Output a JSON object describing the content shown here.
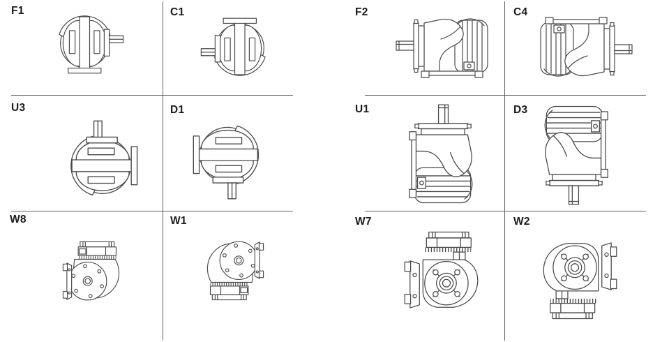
{
  "figure": {
    "type": "mounting-position-diagram-grid",
    "rows": 3,
    "columns": 4
  },
  "colors": {
    "background": "#ffffff",
    "divider": "#606063",
    "line_art": "#4a4a4b",
    "label_text": "#1b1b1d"
  },
  "cells": [
    {
      "label": "F1",
      "drawing": "gearmotor-end-view-shaft-right-foot-mounted"
    },
    {
      "label": "C1",
      "drawing": "gearmotor-end-view-shaft-left-ceiling-mounted"
    },
    {
      "label": "F2",
      "drawing": "gearmotor-side-view-shaft-left-foot-mounted"
    },
    {
      "label": "C4",
      "drawing": "gearmotor-side-view-shaft-right-ceiling-mounted"
    },
    {
      "label": "U3",
      "drawing": "gearmotor-end-view-shaft-up-wall-right"
    },
    {
      "label": "D1",
      "drawing": "gearmotor-end-view-shaft-down-wall-left"
    },
    {
      "label": "U1",
      "drawing": "gearmotor-side-view-shaft-up-wall-left"
    },
    {
      "label": "D3",
      "drawing": "gearmotor-side-view-shaft-down-wall-right"
    },
    {
      "label": "W8",
      "drawing": "right-angle-gearmotor-flange-lower-left-motor-top"
    },
    {
      "label": "W1",
      "drawing": "right-angle-gearmotor-flange-upper-motor-bottom"
    },
    {
      "label": "W7",
      "drawing": "right-angle-gearmotor-flange-front-bracket-left-motor-top"
    },
    {
      "label": "W2",
      "drawing": "right-angle-gearmotor-flange-front-bracket-right-motor-bottom"
    }
  ]
}
